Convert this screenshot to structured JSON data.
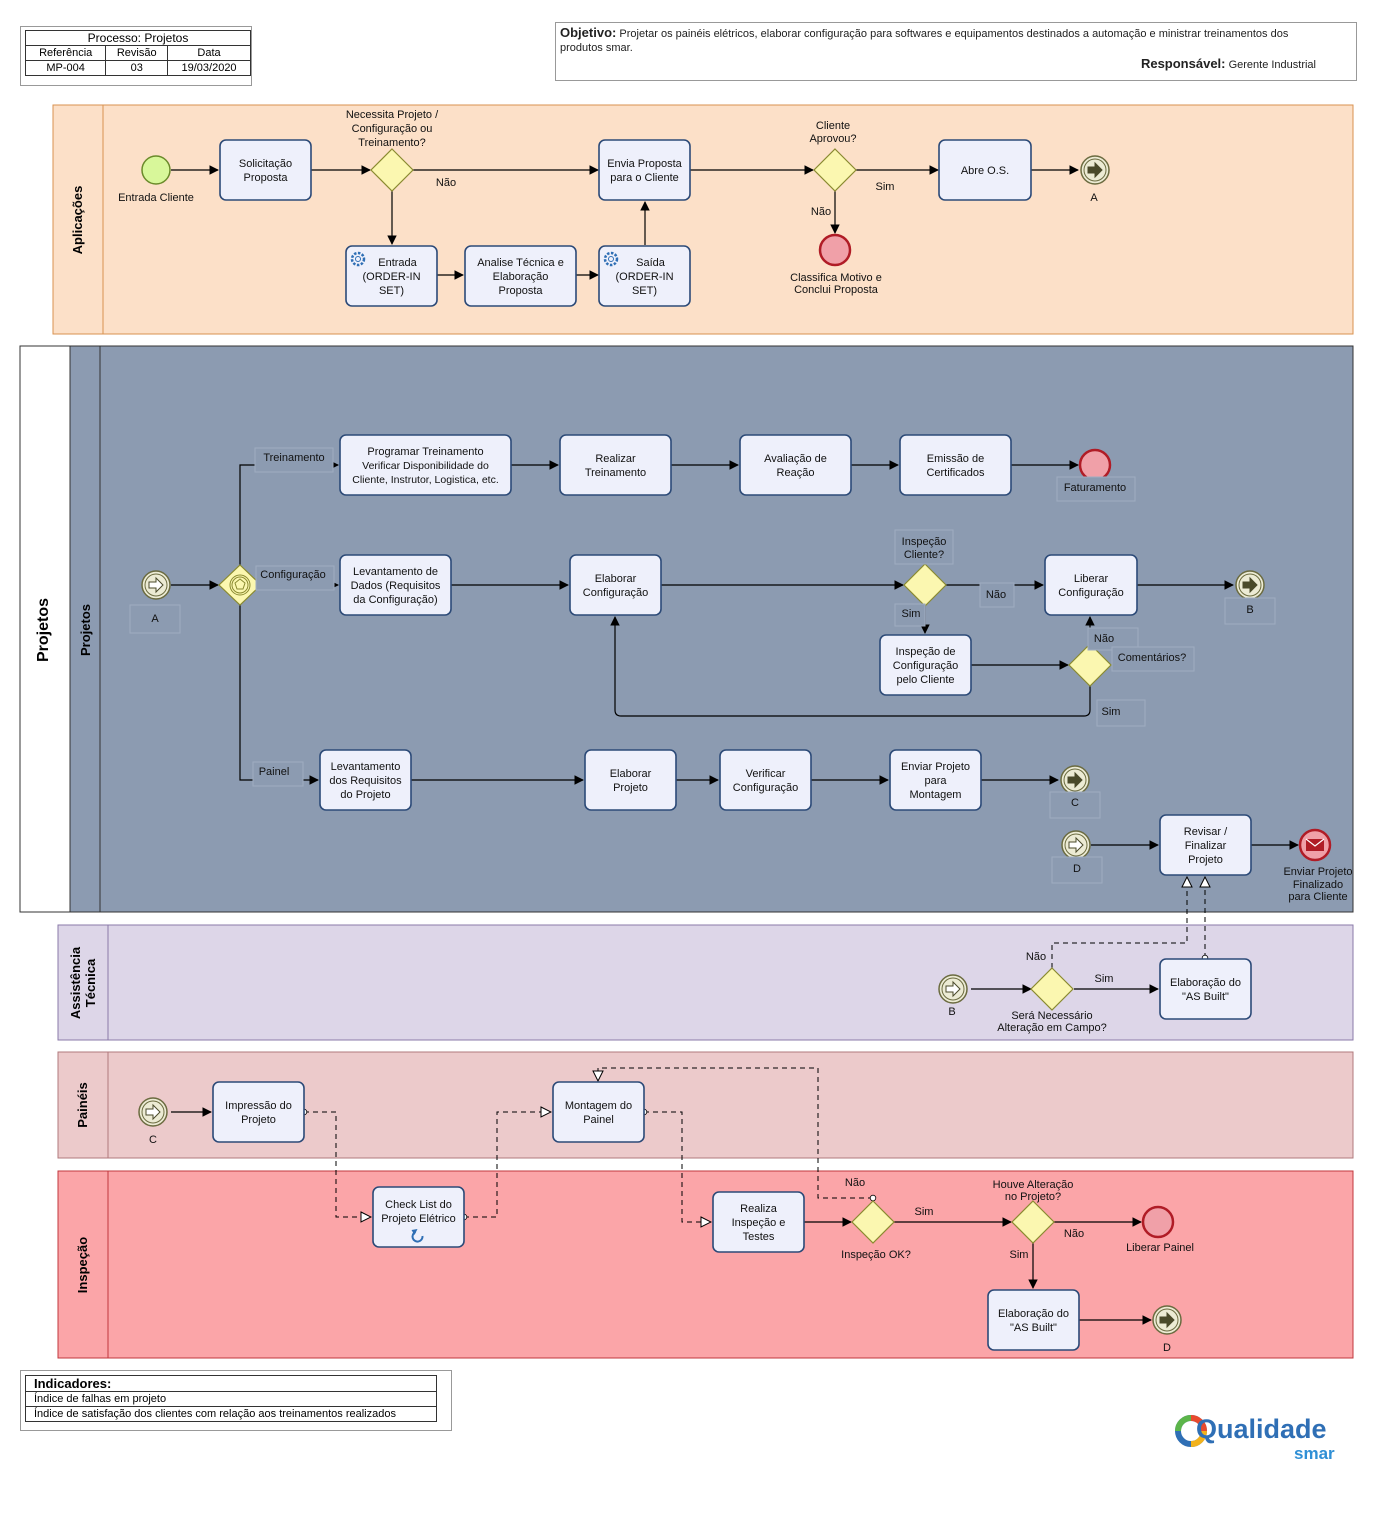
{
  "header": {
    "process_label": "Processo: Projetos",
    "cols": [
      "Referência",
      "Revisão",
      "Data"
    ],
    "vals": [
      "MP-004",
      "03",
      "19/03/2020"
    ]
  },
  "objective": {
    "label": "Objetivo:",
    "text_line1": "Projetar os painéis elétricos, elaborar configuração para softwares e equipamentos destinados a automação e ministrar treinamentos dos",
    "text_line2": "produtos smar.",
    "resp_label": "Responsável:",
    "resp_value": "Gerente Industrial"
  },
  "lanes": {
    "aplicacoes": "Aplicações",
    "pool_projetos": "Projetos",
    "projetos": "Projetos",
    "assist_1": "Assistência",
    "assist_2": "Técnica",
    "paineis": "Painéis",
    "inspecao": "Inspeção"
  },
  "tasks": {
    "solicitacao": [
      "Solicitação",
      "Proposta"
    ],
    "envia_proposta": [
      "Envia Proposta",
      "para o Cliente"
    ],
    "abre_os": [
      "Abre O.S."
    ],
    "entrada_order": [
      "Entrada",
      "(ORDER-IN",
      "SET)"
    ],
    "analise": [
      "Analise  Técnica e",
      "Elaboração",
      "Proposta"
    ],
    "saida_order": [
      "Saída",
      "(ORDER-IN",
      "SET)"
    ],
    "programar": [
      "Programar Treinamento",
      "Verificar Disponibilidade do",
      "Cliente, Instrutor, Logistica, etc."
    ],
    "realizar_trein": [
      "Realizar",
      "Treinamento"
    ],
    "avaliacao": [
      "Avaliação de",
      "Reação"
    ],
    "emissao": [
      "Emissão de",
      "Certificados"
    ],
    "levantamento_dados": [
      "Levantamento de",
      "Dados (Requisitos",
      "da Configuração)"
    ],
    "elaborar_config": [
      "Elaborar",
      "Configuração"
    ],
    "liberar_config": [
      "Liberar",
      "Configuração"
    ],
    "inspecao_config": [
      "Inspeção de",
      "Configuração",
      "pelo Cliente"
    ],
    "levantamento_req": [
      "Levantamento",
      "dos Requisitos",
      "do Projeto"
    ],
    "elaborar_projeto": [
      "Elaborar",
      "Projeto"
    ],
    "verificar_config": [
      "Verificar",
      "Configuração"
    ],
    "enviar_projeto": [
      "Enviar Projeto",
      "para",
      "Montagem"
    ],
    "revisar": [
      "Revisar /",
      "Finalizar",
      "Projeto"
    ],
    "as_built_assist": [
      "Elaboração do",
      "\"AS Built\""
    ],
    "impressao": [
      "Impressão do",
      "Projeto"
    ],
    "montagem": [
      "Montagem do",
      "Painel"
    ],
    "check_list": [
      "Check List do",
      "Projeto Elétrico"
    ],
    "realiza_inspecao": [
      "Realiza",
      "Inspeção e",
      "Testes"
    ],
    "as_built_insp": [
      "Elaboração do",
      "\"AS Built\""
    ]
  },
  "labels": {
    "entrada_cliente": "Entrada Cliente",
    "necessita": [
      "Necessita Projeto /",
      "Configuração ou",
      "Treinamento?"
    ],
    "nao_1": "Não",
    "cliente_aprovou": [
      "Cliente",
      "Aprovou?"
    ],
    "sim_1": "Sim",
    "nao_2": "Não",
    "classifica": [
      "Classifica Motivo e",
      "Conclui Proposta"
    ],
    "link_a_out": "A",
    "link_a_in": "A",
    "treinamento": "Treinamento",
    "configuracao": "Configuração",
    "painel": "Painel",
    "faturamento": "Faturamento",
    "inspecao_cliente": [
      "Inspeção",
      "Cliente?"
    ],
    "nao_3": "Não",
    "sim_3": "Sim",
    "nao_4": "Não",
    "comentarios": "Comentários?",
    "sim_4": "Sim",
    "link_b_out": "B",
    "link_c_out": "C",
    "link_d_in": "D",
    "enviar_finalizado": [
      "Enviar Projeto",
      "Finalizado",
      "para Cliente"
    ],
    "link_b_in": "B",
    "nao_5": "Não",
    "sim_5": "Sim",
    "sera_necessario": [
      "Será Necessário",
      "Alteração em Campo?"
    ],
    "link_c_in": "C",
    "nao_6": "Não",
    "sim_6": "Sim",
    "inspecao_ok": "Inspeção OK?",
    "houve_alteracao": [
      "Houve Alteração",
      "no Projeto?"
    ],
    "nao_7": "Não",
    "sim_7": "Sim",
    "liberar_painel": "Liberar Painel",
    "link_d_out": "D"
  },
  "indicators": {
    "title": "Indicadores:",
    "items": [
      "Índice de falhas em projeto",
      "Índice de satisfação dos clientes com relação aos treinamentos realizados"
    ]
  },
  "logo": {
    "main": "Qualidade",
    "sub": "smar"
  },
  "colors": {
    "lane_aplicacoes": "#fce0c8",
    "lane_projetos": "#8c9bb1",
    "lane_assist": "#ddd6e8",
    "lane_paineis": "#eccacb",
    "lane_inspecao": "#fba5a8",
    "task_fill": "#eef0fb",
    "task_stroke": "#2c4a78",
    "gateway_fill": "#fbf7b0",
    "start_fill": "#d8f79a",
    "end_fill": "#f0a0a8",
    "end_stroke": "#b01c26",
    "link_fill": "#ecebd4"
  }
}
